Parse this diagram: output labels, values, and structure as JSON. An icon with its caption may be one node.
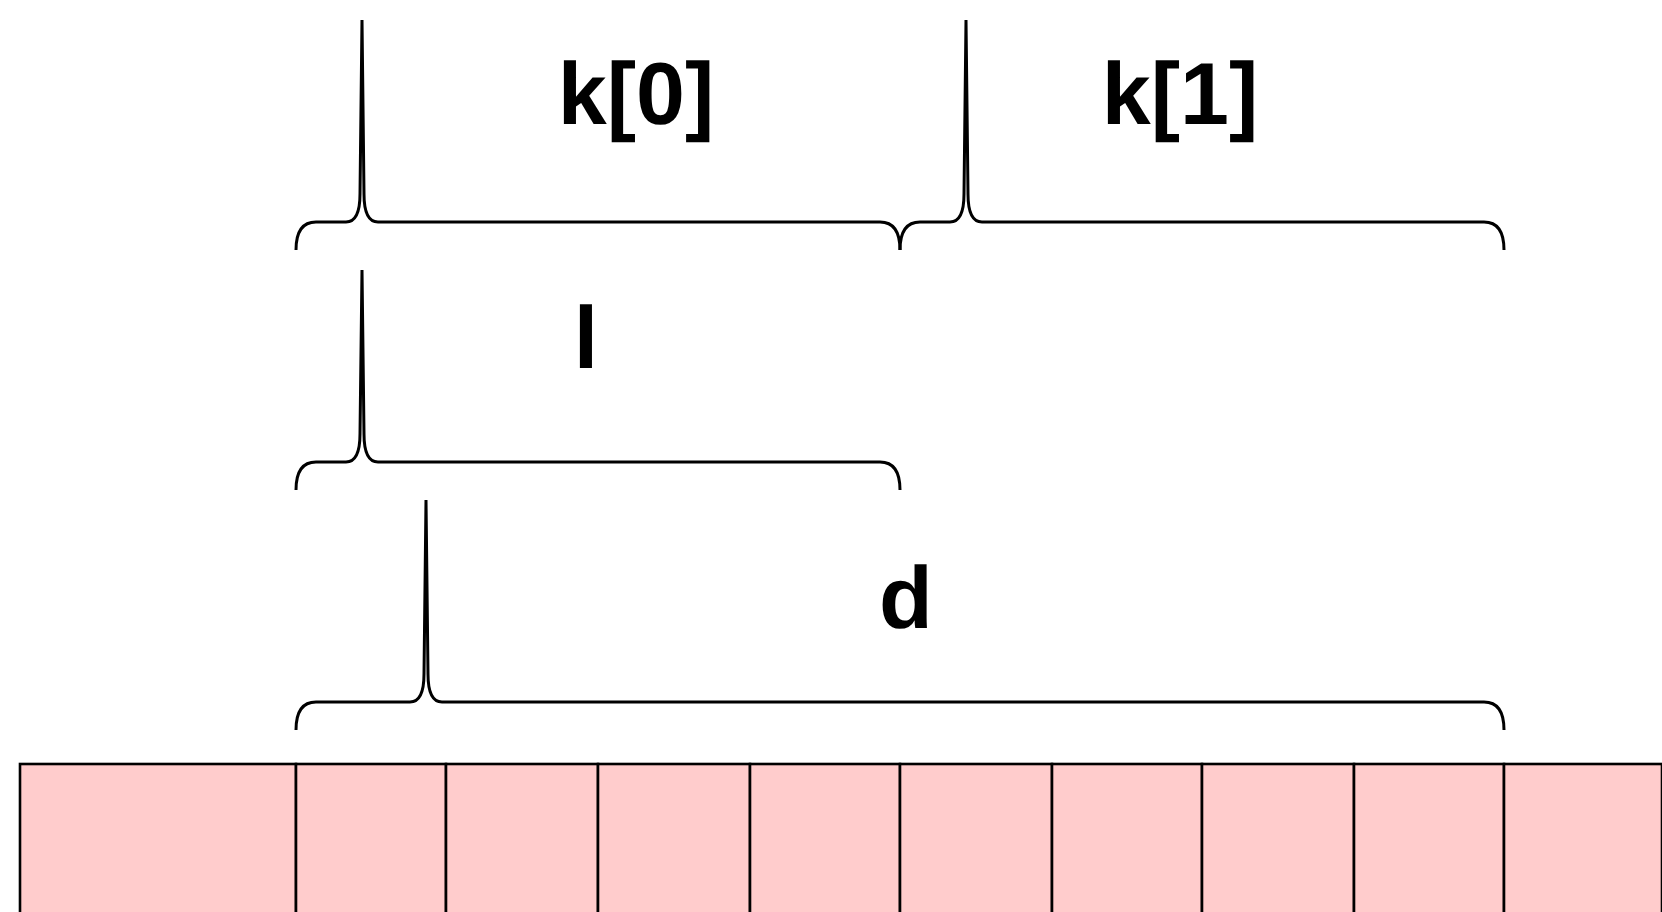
{
  "diagram": {
    "labels": [
      "k[0]",
      "k[1]",
      "l",
      "d"
    ]
  }
}
